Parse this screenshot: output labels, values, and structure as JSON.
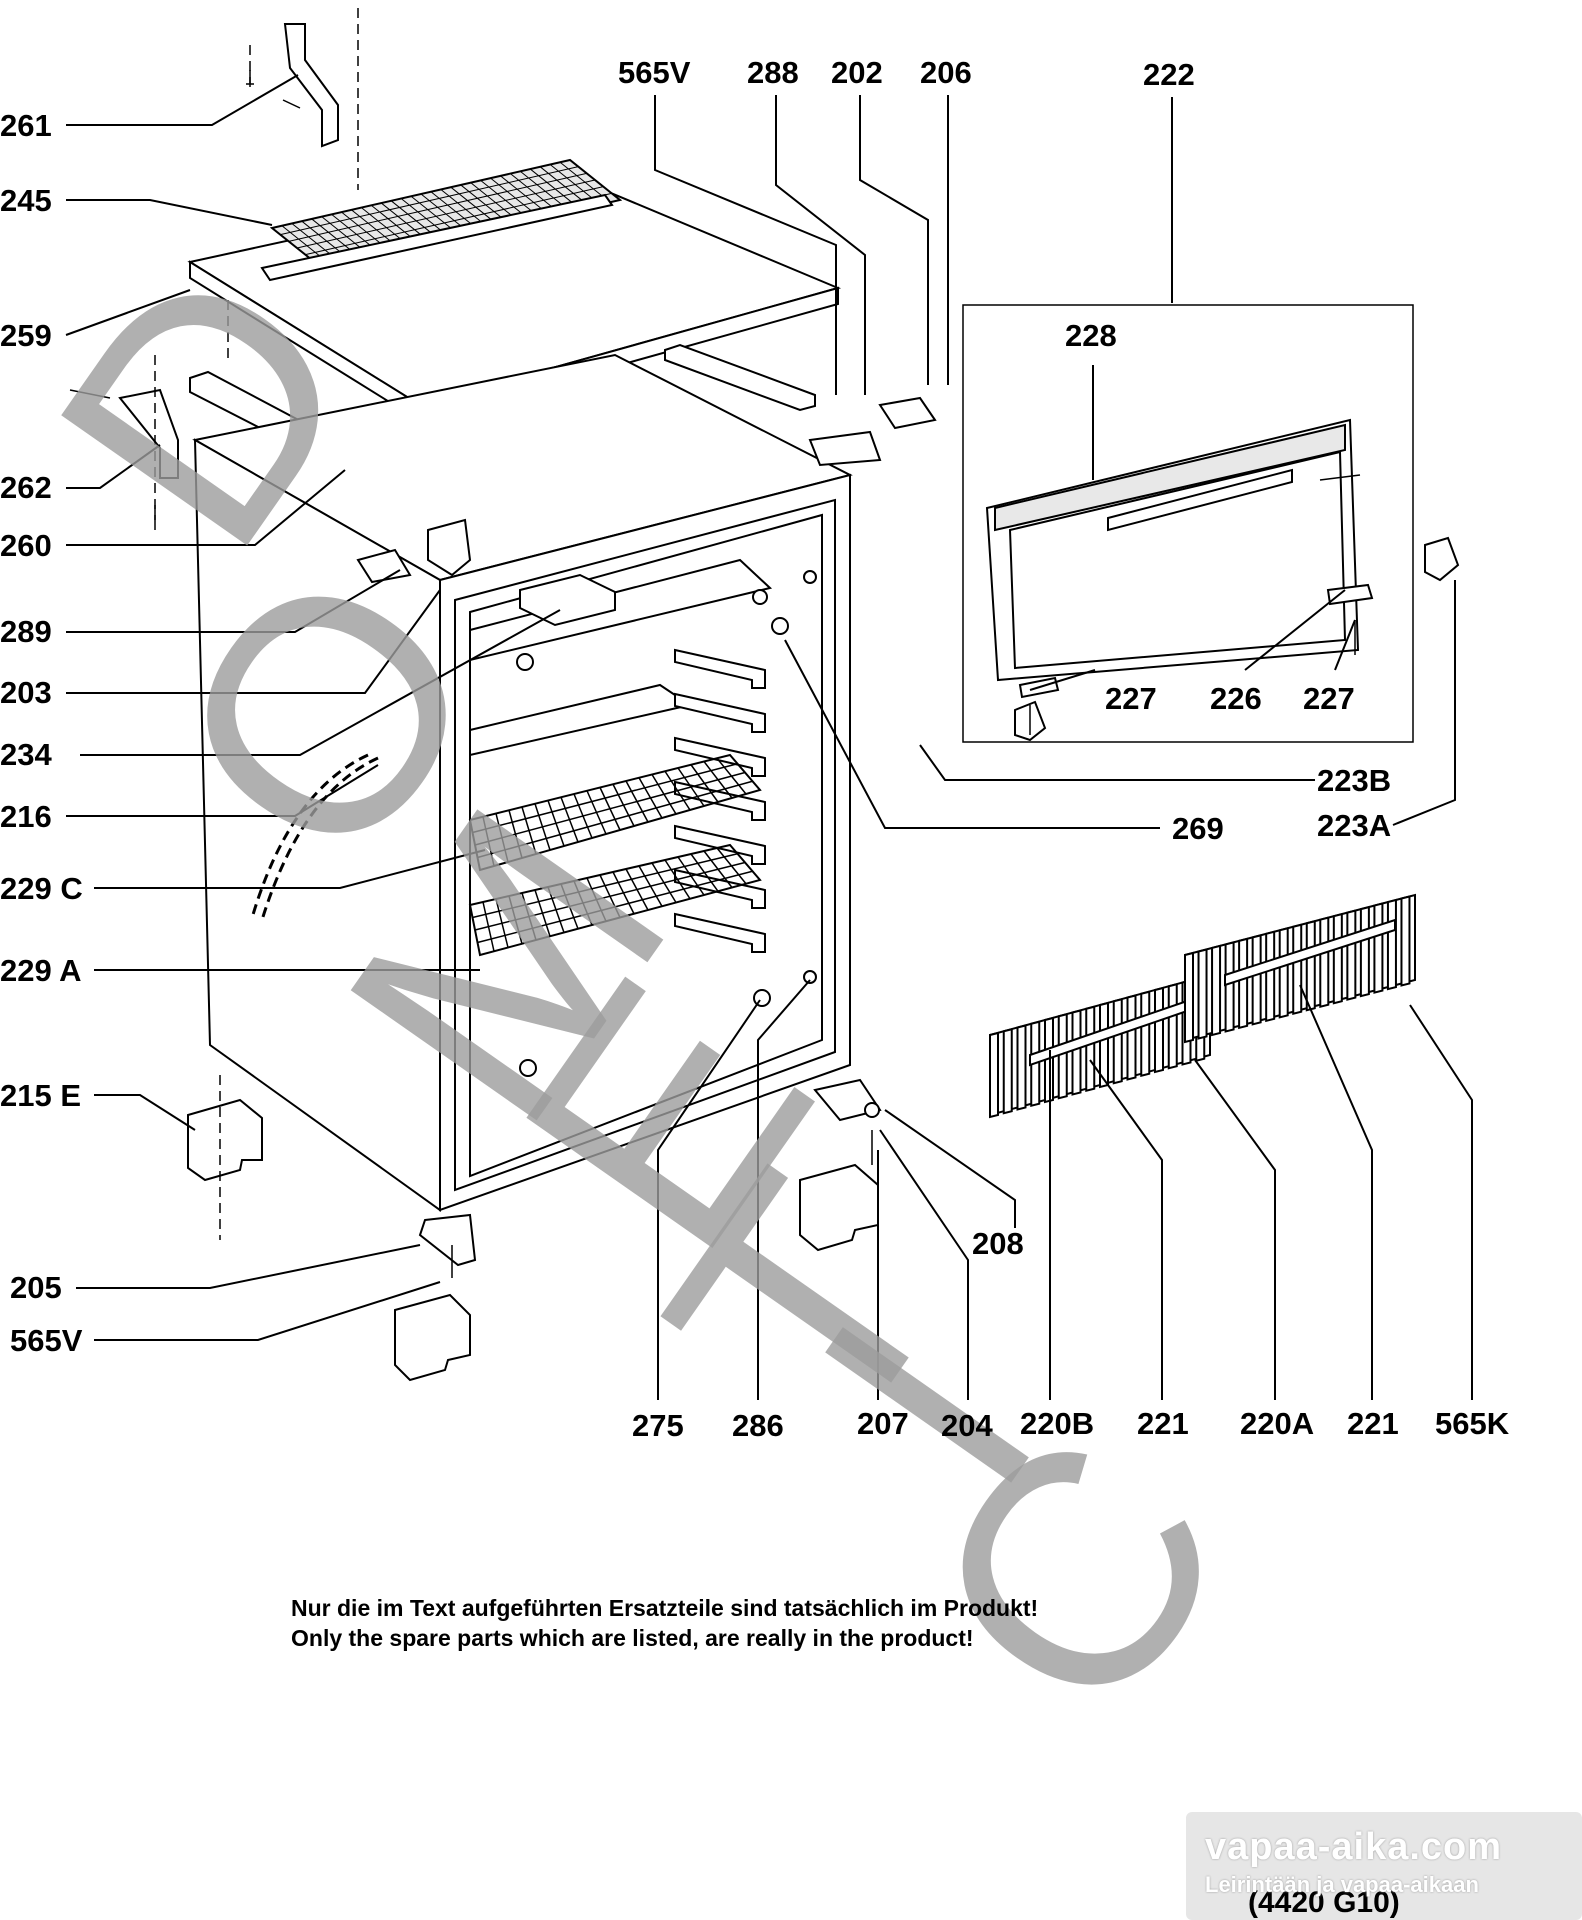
{
  "labels_left": [
    "261",
    "245",
    "259",
    "262",
    "260",
    "289",
    "203",
    "234",
    "216",
    "229 C",
    "229 A",
    "215 E",
    "205",
    "565V"
  ],
  "labels_top": [
    "565V",
    "288",
    "202",
    "206",
    "222",
    "228"
  ],
  "labels_mid": [
    "227",
    "226",
    "227",
    "223B",
    "223A",
    "269",
    "208"
  ],
  "labels_bottom": [
    "275",
    "286",
    "207",
    "204",
    "220B",
    "221",
    "220A",
    "221",
    "565K"
  ],
  "note_line1": "Nur die im Text aufgeführten Ersatzteile sind tatsächlich im Produkt!",
  "note_line2": "Only the spare parts which are listed, are really in the product!",
  "watermark_letters": [
    "D",
    "O",
    "M",
    "E",
    "T",
    "I",
    "C"
  ],
  "badge_title": "vapaa-aika.com",
  "badge_subtitle": "Leirintään ja vapaa-aikaan",
  "drawing_code": "(4420 G10)",
  "colors": {
    "ink": "#000000",
    "watermark": "#9d9d9d",
    "badge": "#d2d2d2"
  }
}
